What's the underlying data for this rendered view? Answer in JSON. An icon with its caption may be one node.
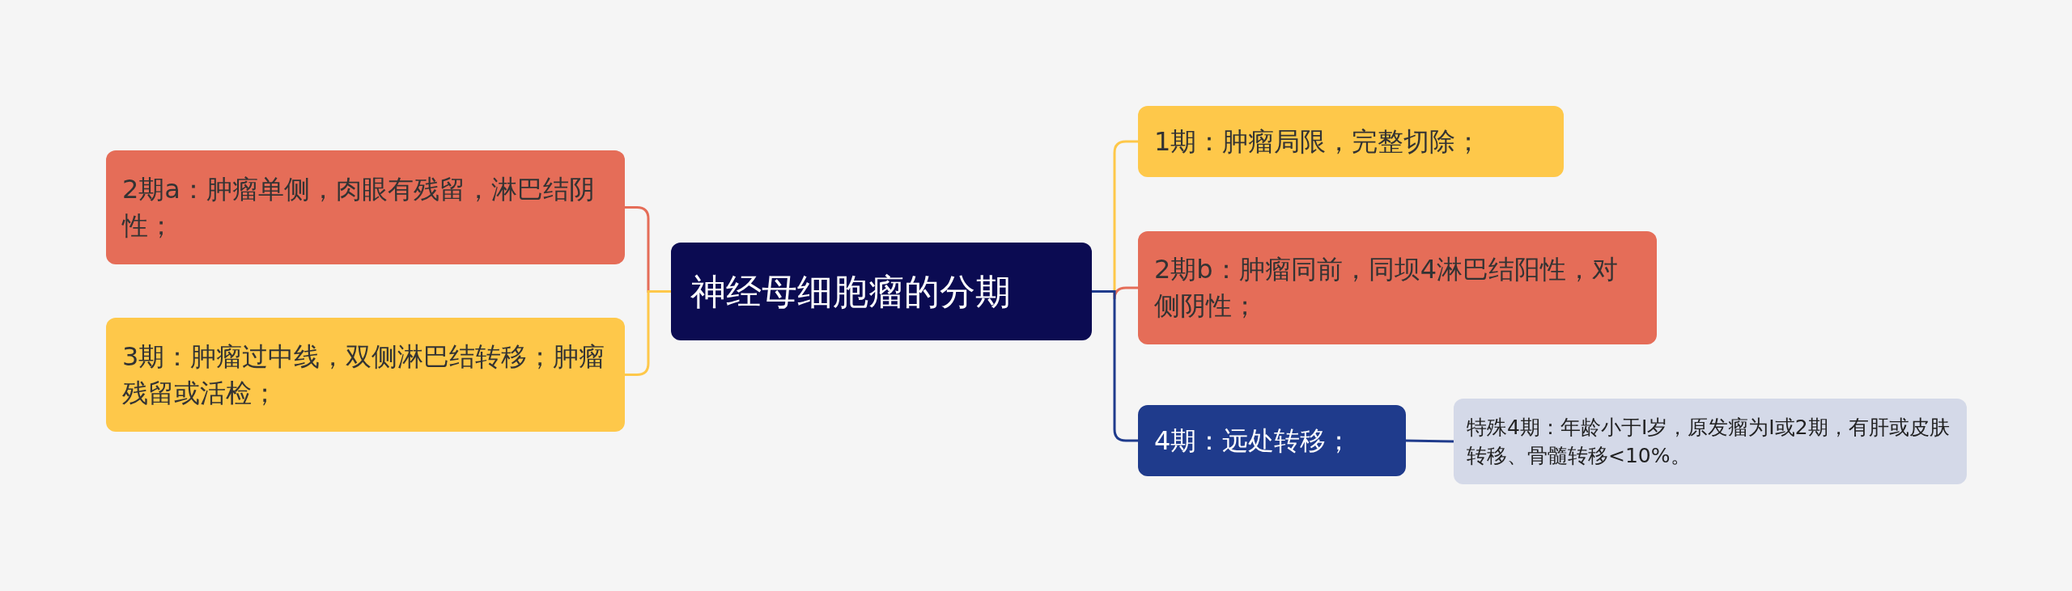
{
  "diagram": {
    "nodes": [
      {
        "text": [
          "神经母细胞瘤的分期"
        ]
      },
      {
        "text": [
          "2期a：肿瘤单侧，肉眼有残留，淋巴结阴性；"
        ]
      },
      {
        "text": [
          "3期：肿瘤过中线，双侧淋巴结转移；肿瘤残留或活检；"
        ]
      },
      {
        "text": [
          "1期：肿瘤局限，完整切除；"
        ]
      },
      {
        "text": [
          "2期b：肿瘤同前，同坝4淋巴结阳性，对侧阴性；"
        ]
      },
      {
        "text": [
          "4期：远处转移；"
        ]
      },
      {
        "text": [
          "特殊4期：年龄小于I岁，原发瘤为I或2期，有肝或皮肤转移、骨髓转移<10%。"
        ]
      }
    ],
    "edges": [
      {
        "from": 0,
        "to": 1,
        "arrow": "none",
        "color": "#e56d58"
      },
      {
        "from": 0,
        "to": 2,
        "arrow": "none",
        "color": "#fec84a"
      },
      {
        "from": 0,
        "to": 3,
        "arrow": "none",
        "color": "#fec84a"
      },
      {
        "from": 0,
        "to": 4,
        "arrow": "none",
        "color": "#e56d58"
      },
      {
        "from": 0,
        "to": 5,
        "arrow": "none",
        "color": "#1f3b8c"
      },
      {
        "from": 5,
        "to": 6,
        "arrow": "none",
        "color": "#1f3b8c"
      }
    ]
  }
}
